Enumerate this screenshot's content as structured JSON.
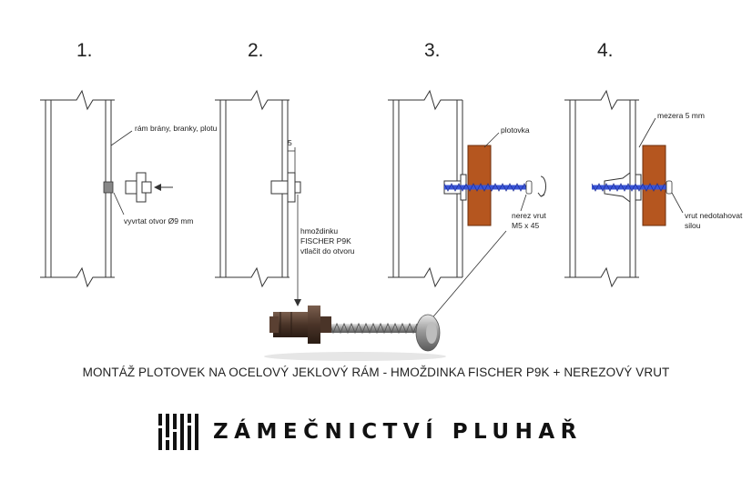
{
  "steps": [
    "1.",
    "2.",
    "3.",
    "4."
  ],
  "annotations": {
    "frame": "rám brány, branky, plotu",
    "drill": "vyvrtat otvor Ø9 mm",
    "dim": "5",
    "anchor_1": "hmoždinku",
    "anchor_2": "FISCHER  P9K",
    "anchor_3": "vtlačit do otvoru",
    "board": "plotovka",
    "screw_1": "nerez vrut",
    "screw_2": "M5 x 45",
    "gap": "mezera 5 mm",
    "tight_1": "vrut nedotahovat",
    "tight_2": "silou"
  },
  "caption": "MONTÁŽ PLOTOVEK NA OCELOVÝ JEKLOVÝ RÁM - HMOŽDINKA FISCHER P9K + NEREZOVÝ VRUT",
  "brand": "ZÁMEČNICTVÍ PLUHAŘ",
  "colors": {
    "board": "#b5561f",
    "screw": "#3a55d8",
    "line": "#333333",
    "anchor": "#4a3428"
  }
}
